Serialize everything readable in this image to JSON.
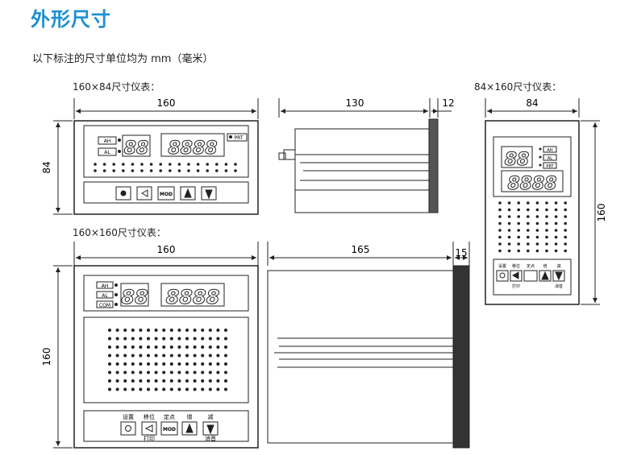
{
  "heading": "外形尺寸",
  "note": "以下标注的尺寸单位均为 mm（毫米）",
  "panel_small": {
    "label": "160×84尺寸仪表：",
    "width": "160",
    "height": "84",
    "depth": "130",
    "bezel": "12",
    "tags": [
      "AH",
      "AL",
      "PRT"
    ],
    "display_short": "88",
    "display_long": "8888"
  },
  "panel_vertical": {
    "label": "84×160尺寸仪表：",
    "width": "84",
    "height": "160",
    "tags": [
      "AH",
      "AL",
      "PRT"
    ],
    "display_short": "88",
    "display_long": "8888",
    "key_labels": [
      "设置",
      "移位",
      "定点",
      "增",
      "减"
    ],
    "key_sub_labels": [
      "打印",
      "消音"
    ]
  },
  "panel_large": {
    "label": "160×160尺寸仪表：",
    "width": "160",
    "height": "160",
    "depth": "165",
    "bezel": "15",
    "tags": [
      "AH",
      "AL",
      "COM"
    ],
    "display_short": "88",
    "display_long": "8888",
    "key_labels": [
      "设置",
      "移位",
      "定点",
      "增",
      "减"
    ],
    "key_sub_labels": [
      "打印",
      "消音"
    ],
    "key_mod": "MOD"
  },
  "colors": {
    "heading": "#1a8fd6",
    "line": "#222222"
  }
}
